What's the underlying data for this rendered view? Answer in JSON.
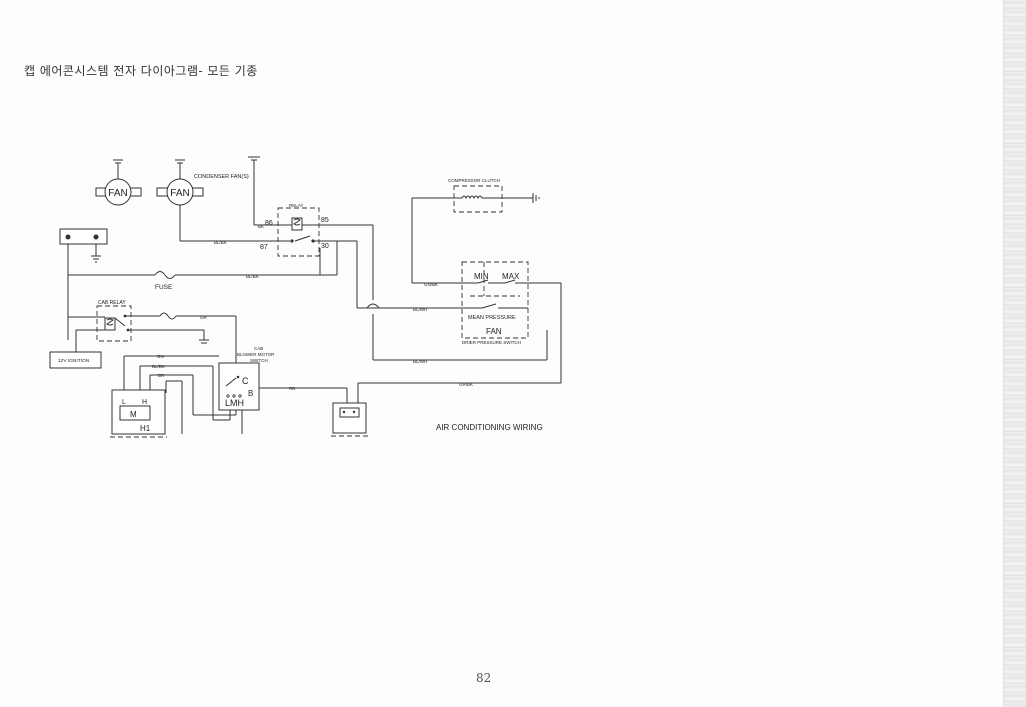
{
  "page": {
    "title": "캡 에어콘시스템 전자 다이아그램- 모든 기종",
    "page_number": "82"
  },
  "diagram": {
    "caption": "AIR CONDITIONING WIRING",
    "fan_left_label": "FAN",
    "fan_right_label": "FAN",
    "condenser_fans_label": "CONDENSER FAN(S)",
    "relay_label": "RELAY",
    "terminal_86": "86",
    "terminal_85": "85",
    "terminal_87": "87",
    "terminal_30": "30",
    "compressor_clutch_label": "COMPRESSOR CLUTCH",
    "fuse_label": "FUSE",
    "cab_relay_label": "CAB RELAY",
    "ignition_label": "12V IGNITION",
    "min_label": "MIN",
    "max_label": "MAX",
    "mean_pressure_label": "MEAN PRESSURE",
    "fan_switch_label": "FAN",
    "drier_switch_label": "DRIER PRESSURE SWITCH",
    "blower_switch_line1": "CAB",
    "blower_switch_line2": "BLOWER MOTOR",
    "blower_switch_line3": "SWITCH",
    "switch_c": "C",
    "switch_b": "B",
    "switch_lmh": "LMH",
    "motor_l": "L",
    "motor_h": "H",
    "motor_m": "M",
    "motor_h1": "H1",
    "wire_bk": "BK",
    "wire_bl_bk_1": "BL/BK",
    "wire_bl_bk_2": "BL/BK",
    "wire_bl_bk_3": "BL/BK",
    "wire_gn_bk": "GN/BK",
    "wire_bl_wh_1": "BL/WH",
    "wire_bl_wh_2": "BL/WH",
    "wire_gr_bk": "GR/BK",
    "wire_or": "OR",
    "wire_rd": "RD",
    "wire_gn": "GN",
    "wire_br": "BR"
  },
  "colors": {
    "line": "#333333",
    "paper": "#fdfdfd"
  }
}
